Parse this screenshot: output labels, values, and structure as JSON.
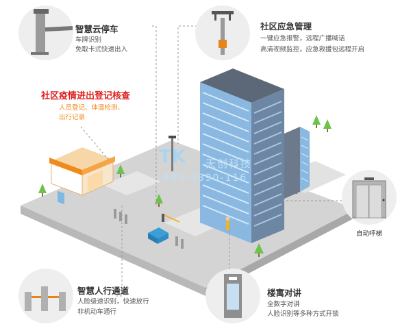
{
  "parking": {
    "title": "智慧云停车",
    "lines": [
      "车牌识别",
      "免取卡式快速出入"
    ]
  },
  "emergency": {
    "title": "社区应急管理",
    "lines": [
      "一键应急报警，远程广播喊话",
      "高清视频监控，应急救援包远程开启"
    ]
  },
  "epidemic": {
    "title": "社区疫情进出登记核查",
    "lines": [
      "人员登记、体温检测、",
      "出行记录"
    ]
  },
  "elevator": {
    "title": "自动呼梯"
  },
  "pedestrian": {
    "title": "智慧人行通道",
    "lines": [
      "人脸级速识别，快速放行",
      "非机动车通行"
    ]
  },
  "intercom": {
    "title": "楼寓对讲",
    "lines": [
      "全数字对讲",
      "人脸识别等多种方式开锁"
    ]
  },
  "watermark": {
    "logo": "TK",
    "brand": "天创科技",
    "phone": "400-0890-116"
  },
  "colors": {
    "accent_red": "#e02020",
    "accent_orange": "#f08a1c",
    "building_blue": "#8ab8e0",
    "grass": "#6cc24a"
  }
}
